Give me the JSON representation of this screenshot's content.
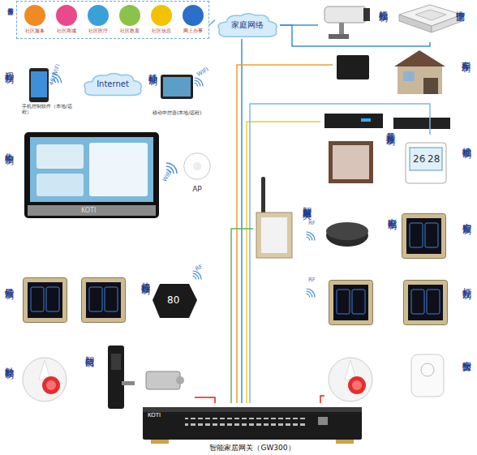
{
  "diagram": {
    "nodes": [
      {
        "text": [
          "云服务平台"
        ]
      },
      {
        "text": [
          "社区服务"
        ],
        "in": 0
      },
      {
        "text": [
          "社区商城"
        ],
        "in": 0
      },
      {
        "text": [
          "社区医疗"
        ],
        "in": 0
      },
      {
        "text": [
          "社区教育"
        ],
        "in": 0
      },
      {
        "text": [
          "社区信息"
        ],
        "in": 0
      },
      {
        "text": [
          "网上办事"
        ],
        "in": 0
      },
      {
        "text": [
          "家庭网络"
        ]
      },
      {
        "text": [
          "视频控制"
        ]
      },
      {
        "text": [
          "中控空调"
        ]
      },
      {
        "text": [
          "远程控制",
          "手机控制软件（本地/远程）"
        ]
      },
      {
        "text": [
          "Internet"
        ]
      },
      {
        "text": [
          "移动控制",
          "移动中控器(本地/远程)"
        ]
      },
      {
        "text": [
          "集中控制"
        ]
      },
      {
        "text": [
          "AP"
        ]
      },
      {
        "text": [
          "车库控制"
        ]
      },
      {
        "text": [
          "背景音乐控制"
        ]
      },
      {
        "text": [
          "地暖控制"
        ]
      },
      {
        "text": [
          "智能射频网关"
        ]
      },
      {
        "text": [
          "家电控制"
        ]
      },
      {
        "text": [
          "窗帘控制"
        ]
      },
      {
        "text": [
          "情景控制"
        ]
      },
      {
        "text": [
          "传感器控制"
        ]
      },
      {
        "text": [
          "灯光控制"
        ]
      },
      {
        "text": [
          "触发控制"
        ]
      },
      {
        "text": [
          "智能门锁"
        ]
      },
      {
        "text": [
          "安防报警"
        ]
      },
      {
        "text": [
          "智能家居网关（GW300）"
        ]
      }
    ],
    "edges": [
      {
        "from": 0,
        "to": 7,
        "arrow": "none"
      },
      {
        "from": 27,
        "to": 7,
        "arrow": "none"
      },
      {
        "from": 7,
        "to": 8,
        "arrow": "none"
      },
      {
        "from": 7,
        "to": 9,
        "arrow": "none"
      },
      {
        "from": 27,
        "to": 15,
        "arrow": "none"
      },
      {
        "from": 27,
        "to": 16,
        "arrow": "none"
      },
      {
        "from": 27,
        "to": 17,
        "arrow": "none"
      },
      {
        "from": 27,
        "to": 18,
        "arrow": "none"
      },
      {
        "from": 27,
        "to": 25,
        "arrow": "none"
      },
      {
        "from": 27,
        "to": 26,
        "arrow": "none"
      }
    ],
    "labels": [
      "4G/WIFI",
      "WIFI",
      "WIFI",
      "RF",
      "RF",
      "RF",
      "KOTI",
      "KOTI",
      "80",
      "26",
      "28"
    ]
  }
}
